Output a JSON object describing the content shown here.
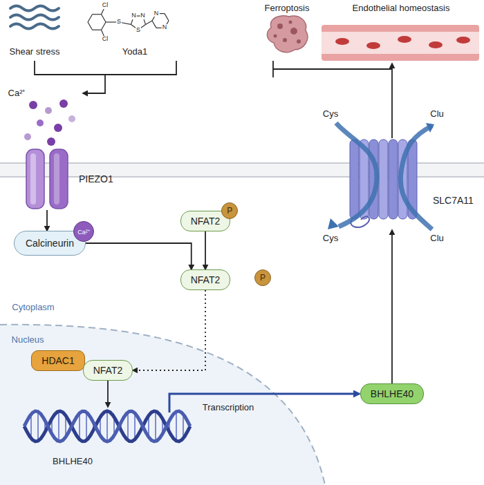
{
  "diagram": {
    "nodes": [
      {
        "text": [
          "PIEZO1"
        ]
      },
      {
        "text": [
          "Calcineurin"
        ]
      },
      {
        "text": [
          "Ca²⁺"
        ],
        "in": 1
      },
      {
        "text": [
          "NFAT2"
        ]
      },
      {
        "text": [
          "P"
        ],
        "in": 3
      },
      {
        "text": [
          "NFAT2"
        ]
      },
      {
        "text": [
          "P"
        ]
      },
      {
        "text": [
          "HDAC1"
        ]
      },
      {
        "text": [
          "NFAT2"
        ]
      },
      {
        "text": [
          "BHLHE40"
        ]
      },
      {
        "text": [
          "SLC7A11"
        ]
      }
    ],
    "edges": [
      {
        "from": 0,
        "to": 1,
        "arrow": "to"
      },
      {
        "from": 1,
        "to": 5,
        "arrow": "to"
      },
      {
        "from": 3,
        "to": 5,
        "arrow": "to"
      },
      {
        "from": 5,
        "to": 8,
        "arrow": "to"
      },
      {
        "from": 9,
        "to": 10,
        "arrow": "to"
      }
    ],
    "labels": [
      "Shear stress",
      "Yoda1",
      "Cl",
      "Cl",
      "S",
      "N",
      "N",
      "S",
      "N",
      "N",
      "Ca²⁺",
      "Cytoplasm",
      "Nucleus",
      "BHLHE40",
      "Transcription",
      "Ferroptosis",
      "Endothelial homeostasis",
      "Cys",
      "Clu",
      "Cys",
      "Clu"
    ]
  }
}
